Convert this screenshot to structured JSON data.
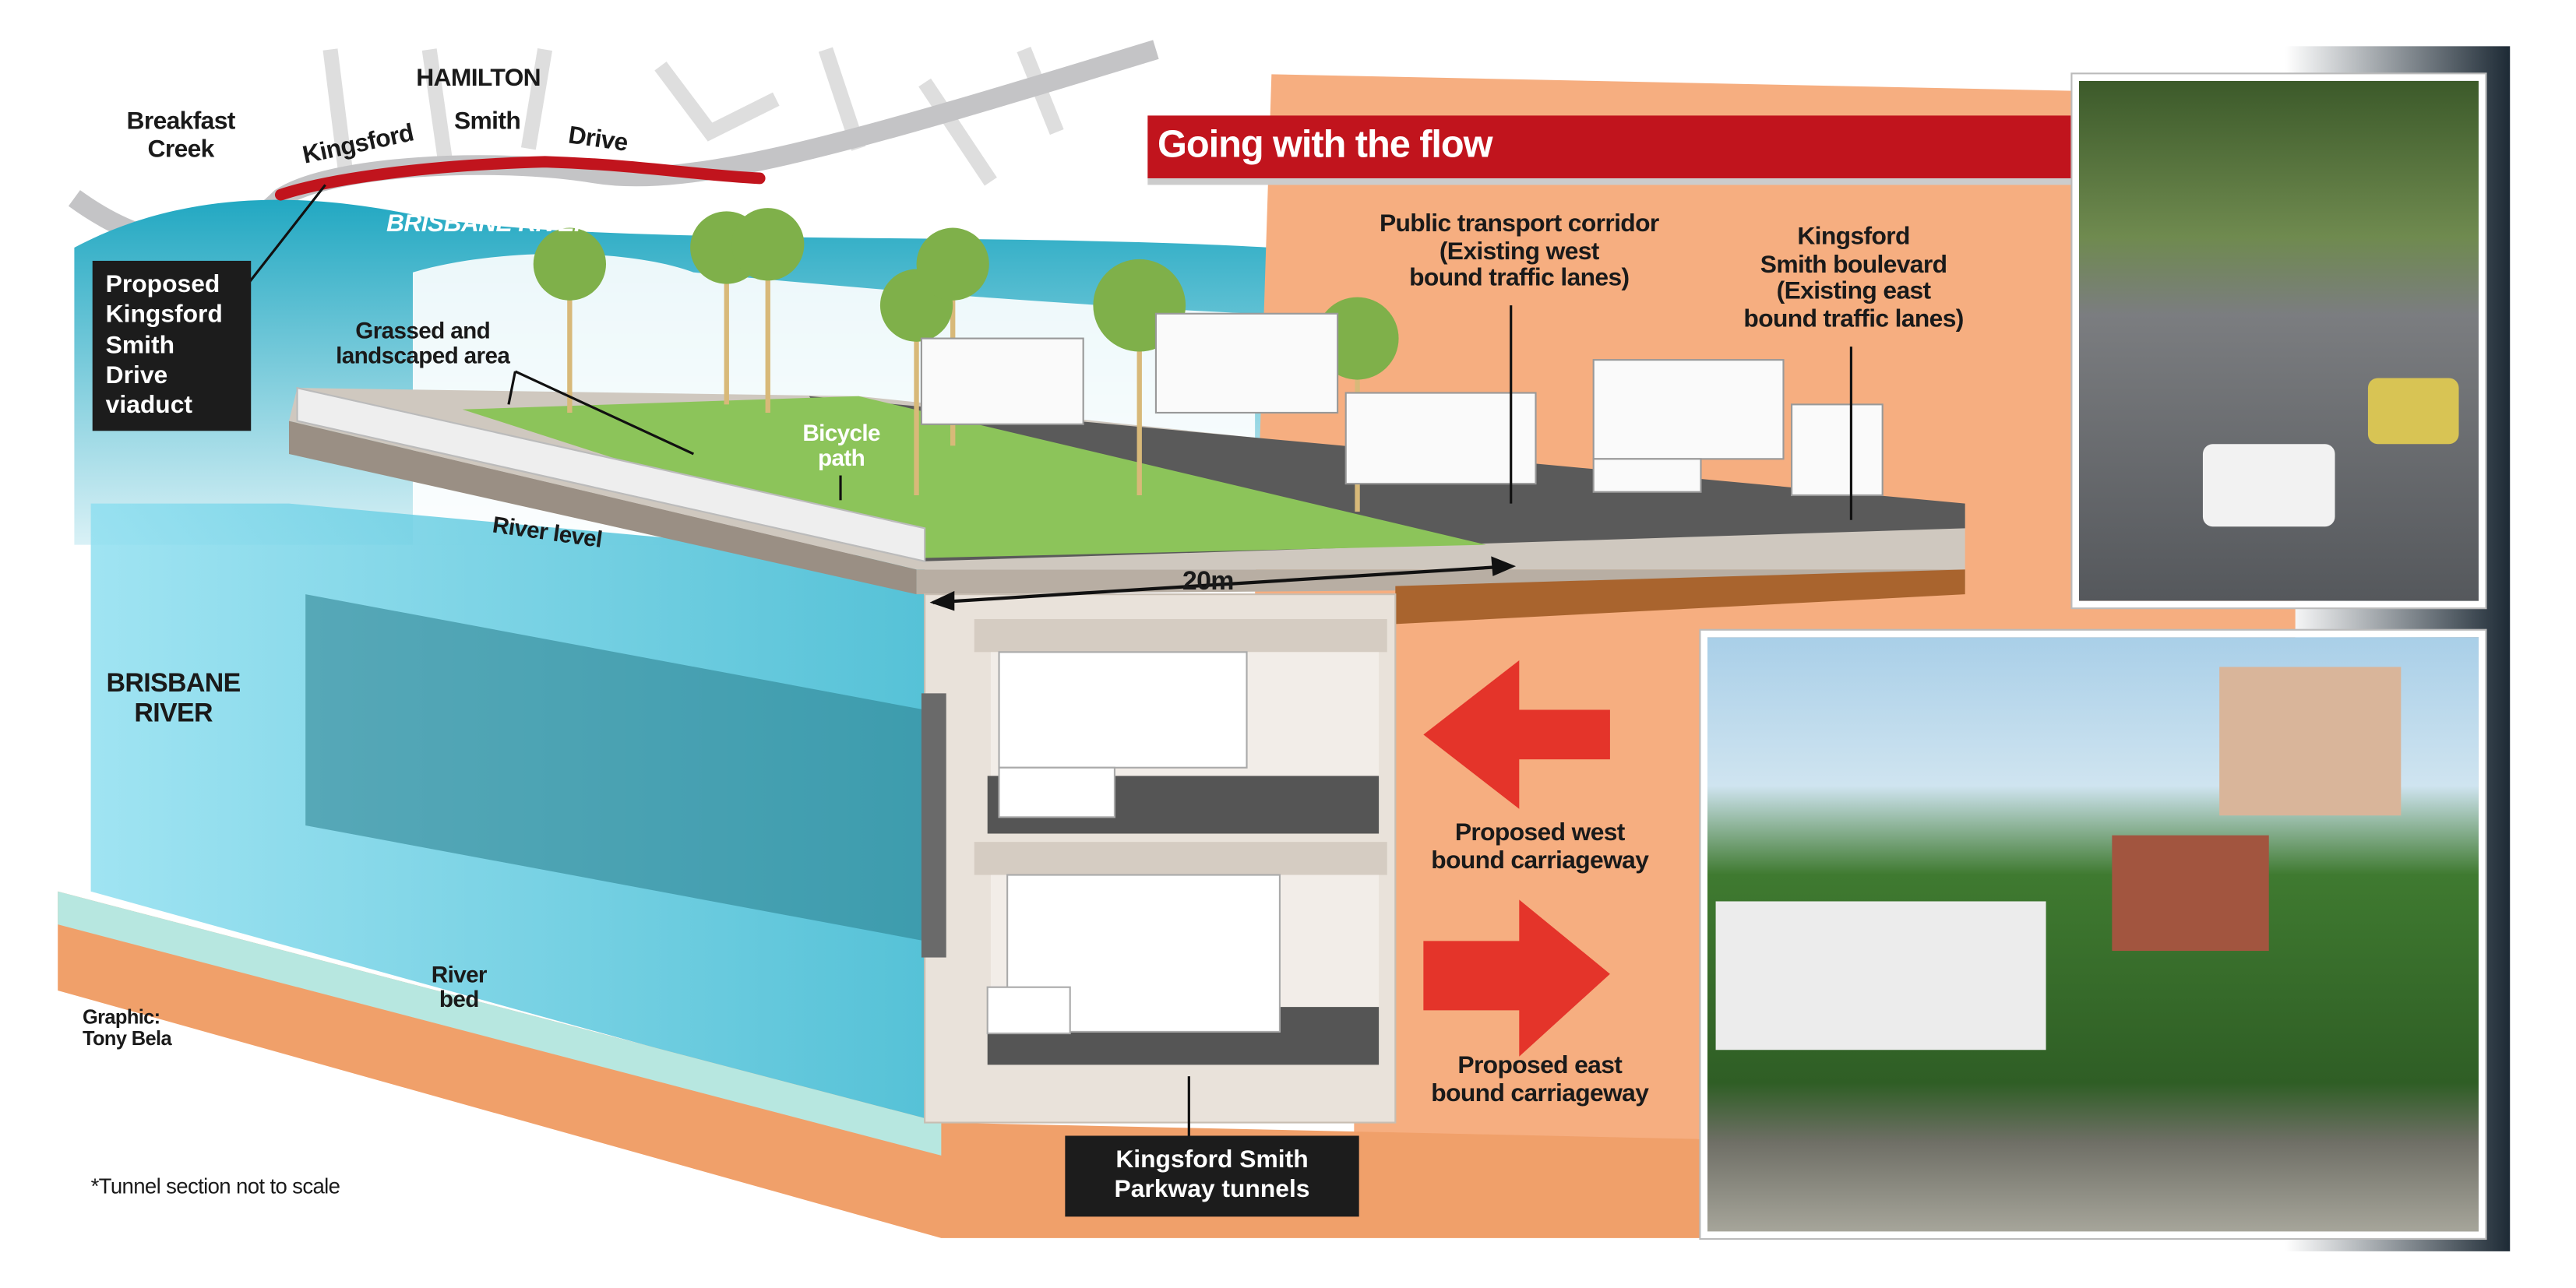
{
  "title": "Going with the flow",
  "map": {
    "suburb": "HAMILTON",
    "creek": "Breakfast Creek",
    "road_words": [
      "Kingsford",
      "Smith",
      "Drive"
    ],
    "river": "BRISBANE RIVER"
  },
  "labels": {
    "viaduct": [
      "Proposed",
      "Kingsford",
      "Smith",
      "Drive",
      "viaduct"
    ],
    "grassed": [
      "Grassed and",
      "landscaped area"
    ],
    "bicycle": [
      "Bicycle",
      "path"
    ],
    "river_level": "River level",
    "width": "20m",
    "public_transport": [
      "Public transport corridor",
      "(Existing west",
      "bound traffic lanes)"
    ],
    "boulevard": [
      "Kingsford",
      "Smith boulevard",
      "(Existing east",
      "bound traffic lanes)"
    ],
    "brisbane_river": [
      "BRISBANE",
      "RIVER"
    ],
    "river_bed": [
      "River",
      "bed"
    ],
    "west": [
      "Proposed west",
      "bound carriageway"
    ],
    "east": [
      "Proposed east",
      "bound carriageway"
    ],
    "tunnels": [
      "Kingsford Smith",
      "Parkway tunnels"
    ],
    "credit": [
      "Graphic:",
      "Tony Bela"
    ],
    "footnote": "*Tunnel section not to scale"
  },
  "colors": {
    "red": "#c1141d",
    "orange": "#f5a878",
    "river": "#2fb0c8",
    "grass": "#8cc45a"
  }
}
